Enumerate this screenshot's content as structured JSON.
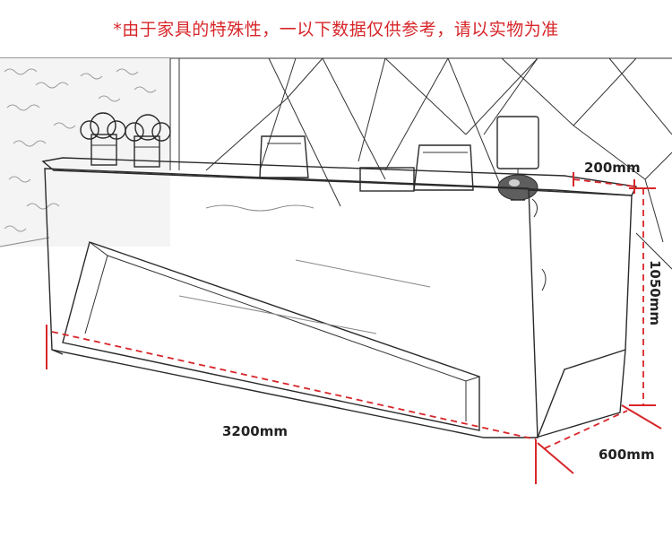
{
  "header": {
    "notice": "*由于家具的特殊性，一以下数据仅供参考，请以实物为准"
  },
  "dimensions": {
    "length": "3200mm",
    "height": "1050mm",
    "depth": "600mm",
    "top_ledge": "200mm"
  },
  "colors": {
    "notice_text": "#d7262a",
    "dimension_line": "#d7262a",
    "line_art": "#2a2a2a"
  }
}
